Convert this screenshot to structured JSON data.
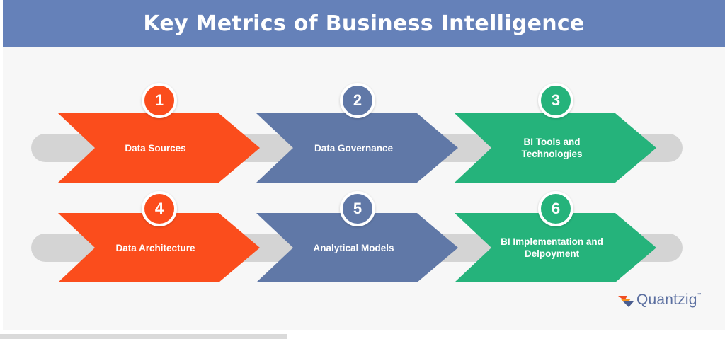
{
  "header": {
    "title": "Key Metrics of Business Intelligence"
  },
  "colors": {
    "header_bg": "#6581b9",
    "orange": "#fb4d1c",
    "blue": "#6078a7",
    "green": "#25b37b",
    "track": "#d4d4d4"
  },
  "steps": [
    {
      "number": "1",
      "label": "Data Sources",
      "color": "orange"
    },
    {
      "number": "2",
      "label": "Data Governance",
      "color": "blue"
    },
    {
      "number": "3",
      "label": "BI Tools and\nTechnologies",
      "color": "green"
    },
    {
      "number": "4",
      "label": "Data Architecture",
      "color": "orange"
    },
    {
      "number": "5",
      "label": "Analytical Models",
      "color": "blue"
    },
    {
      "number": "6",
      "label": "BI Implementation and\nDelpoyment",
      "color": "green"
    }
  ],
  "logo": {
    "text": "Quantzig",
    "tm": "™",
    "icon": "quantzig-logo-icon"
  }
}
